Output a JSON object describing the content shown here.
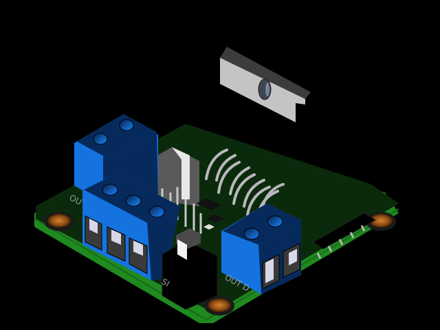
{
  "scene": {
    "description": "Isometric 3D CAD render of a dual H-bridge motor driver PCB",
    "background": "#000000",
    "colors": {
      "pcb_top": "#0b2a0b",
      "pcb_edge": "#1f8a1f",
      "terminal_blue": "#1573e0",
      "terminal_dark": "#062a5c",
      "heatsink_light": "#c4c4c4",
      "heatsink_dark": "#3c3c3c",
      "pin_gray": "#b8b8bc",
      "mount_hole": "#b0651a"
    }
  },
  "labels": {
    "out_left": "OU",
    "si": "SI",
    "out_d": "OUT D"
  }
}
